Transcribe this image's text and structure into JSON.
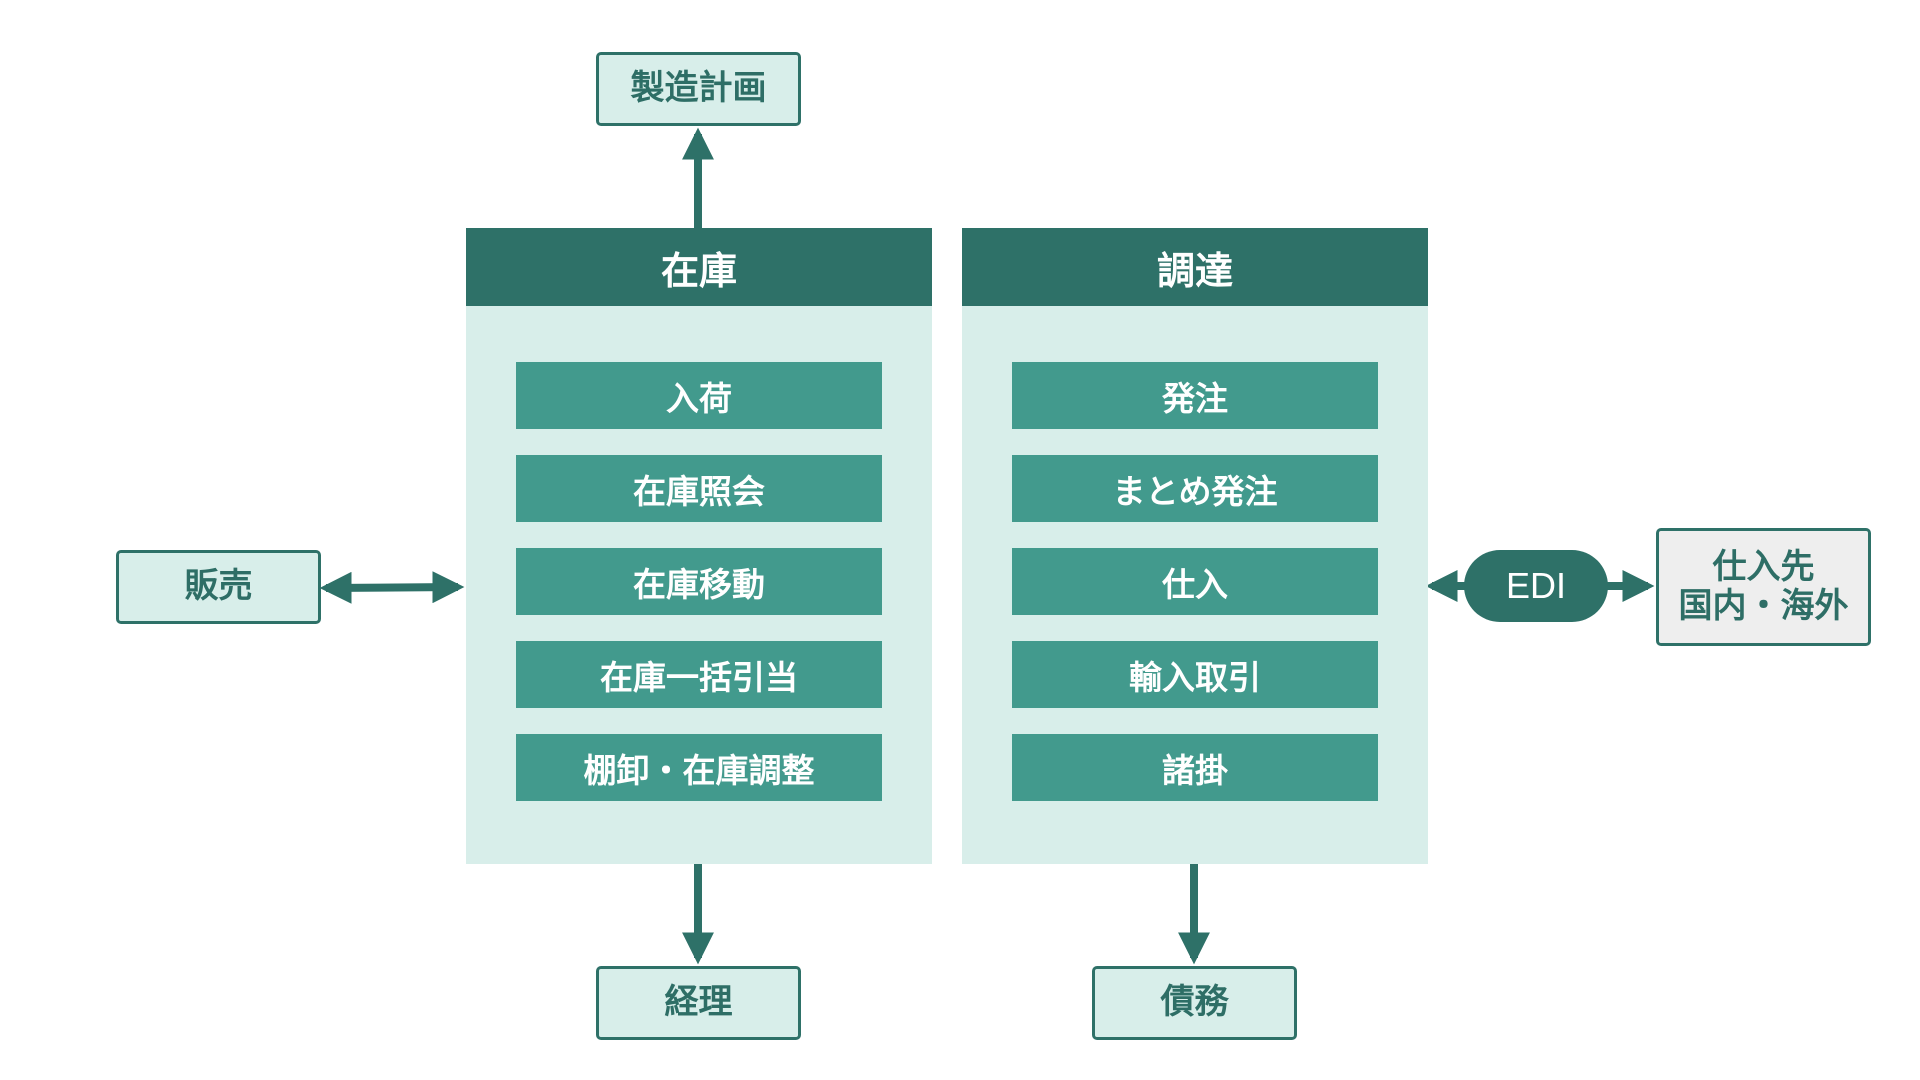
{
  "colors": {
    "dark_teal": "#2e7168",
    "mid_teal": "#429a8d",
    "light_teal": "#d8eeea",
    "light_grey": "#eeeeee"
  },
  "external": {
    "manufacturing_plan": "製造計画",
    "sales": "販売",
    "accounting": "経理",
    "payables": "債務",
    "supplier_line1": "仕入先",
    "supplier_line2": "国内・海外"
  },
  "edi_label": "EDI",
  "inventory": {
    "title": "在庫",
    "items": [
      "入荷",
      "在庫照会",
      "在庫移動",
      "在庫一括引当",
      "棚卸・在庫調整"
    ]
  },
  "procurement": {
    "title": "調達",
    "items": [
      "発注",
      "まとめ発注",
      "仕入",
      "輸入取引",
      "諸掛"
    ]
  }
}
